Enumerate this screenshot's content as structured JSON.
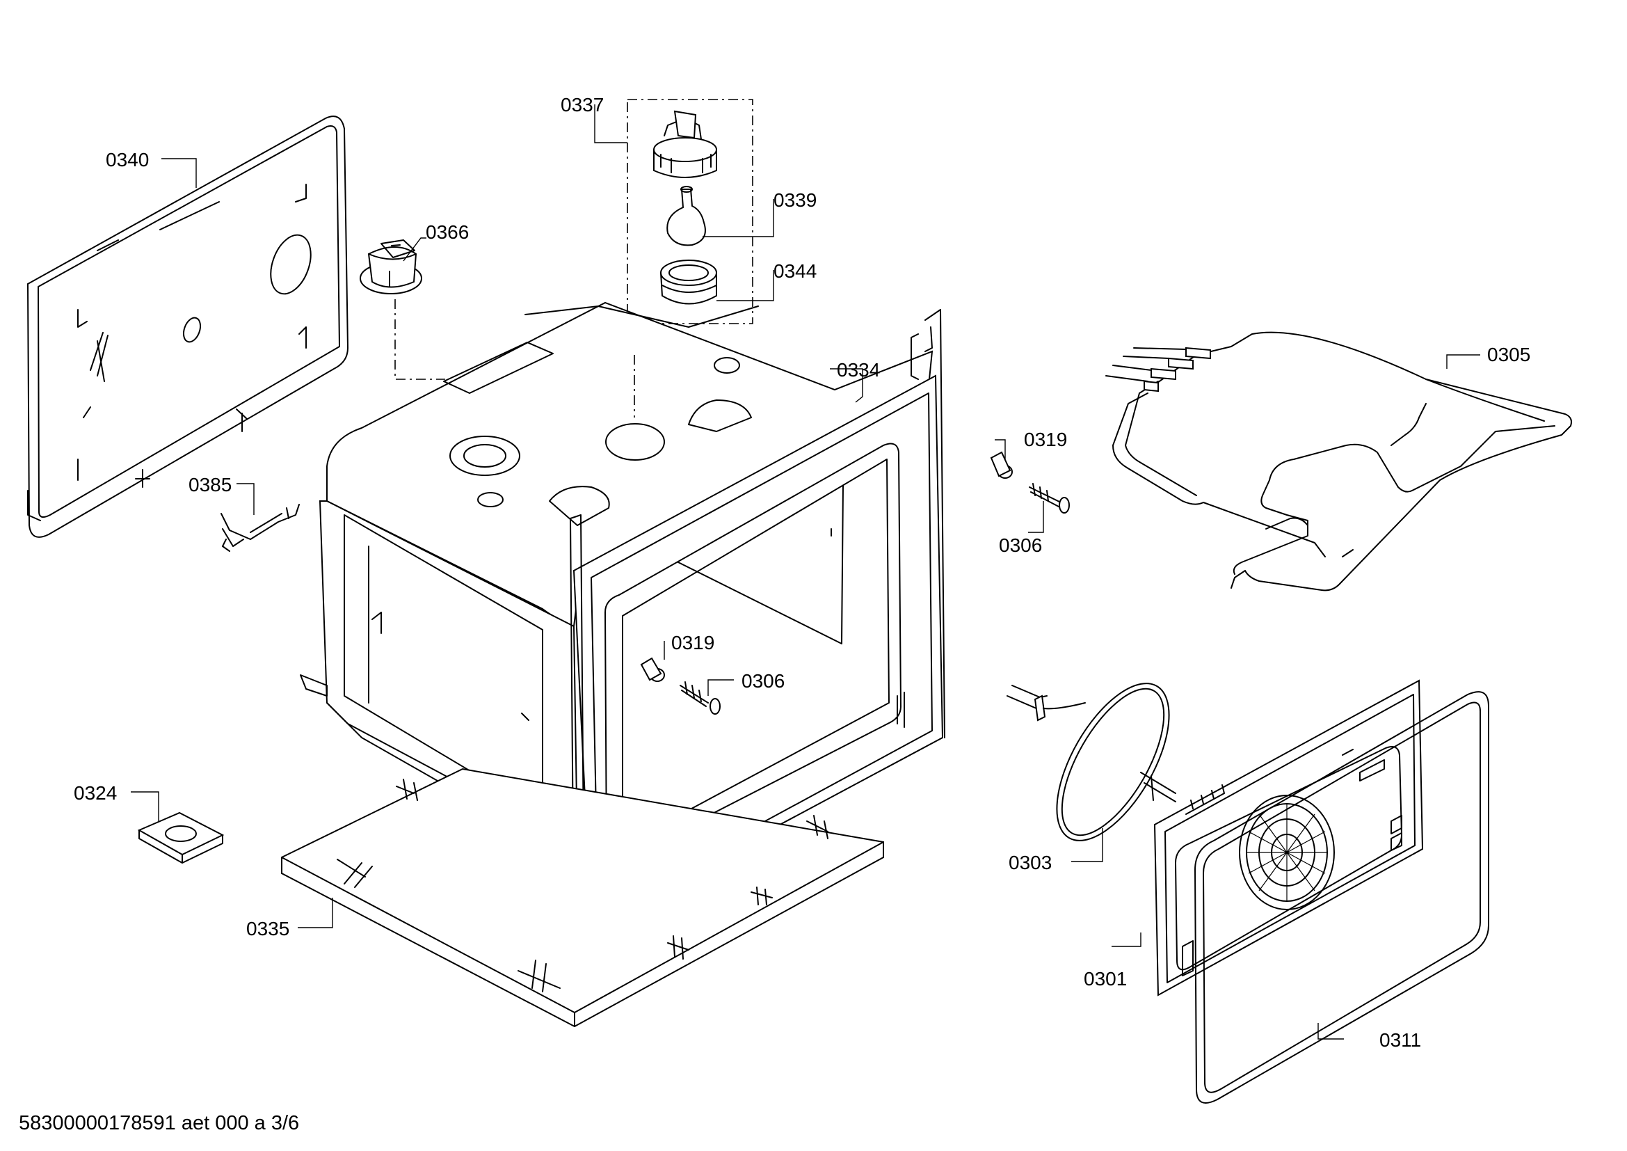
{
  "parts": {
    "p0337": "0337",
    "p0340": "0340",
    "p0366": "0366",
    "p0339": "0339",
    "p0344": "0344",
    "p0334": "0334",
    "p0305": "0305",
    "p0319a": "0319",
    "p0306a": "0306",
    "p0385": "0385",
    "p0319b": "0319",
    "p0306b": "0306",
    "p0324": "0324",
    "p0303": "0303",
    "p0335": "0335",
    "p0301": "0301",
    "p0311": "0311"
  },
  "footer": "58300000178591 aet 000 a 3/6"
}
